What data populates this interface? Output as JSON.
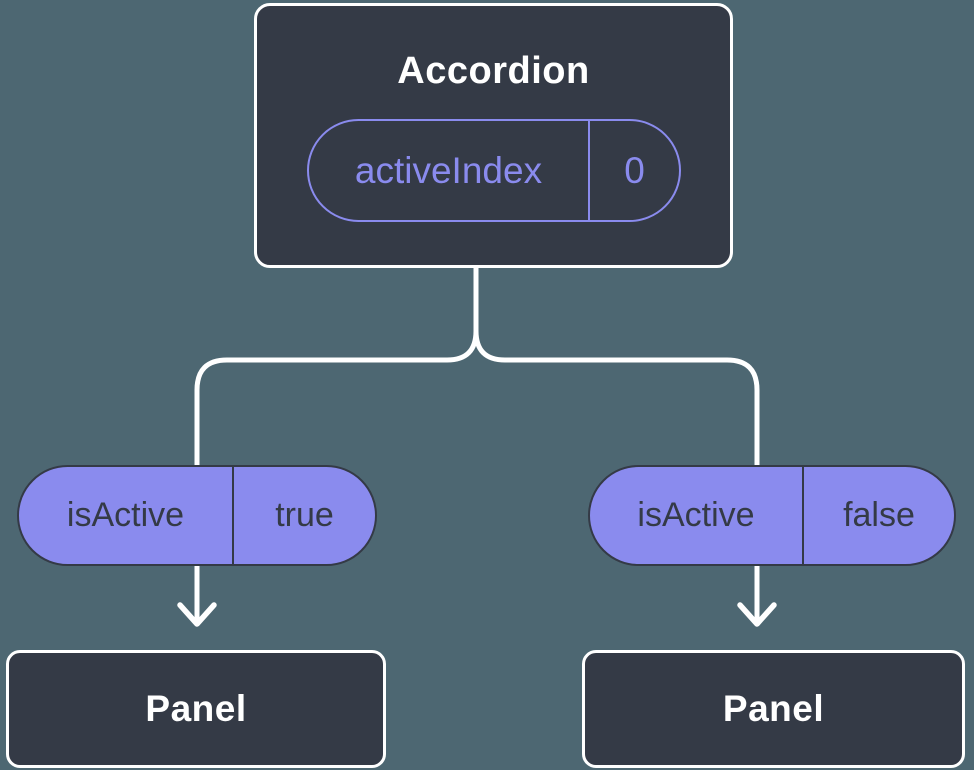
{
  "diagram": {
    "type": "component-tree",
    "colors": {
      "background": "#4D6772",
      "node_fill": "#343A46",
      "node_border": "#FFFFFF",
      "accent_purple": "#8A8BEE",
      "pill_text": "#343A46",
      "connector": "#FFFFFF"
    },
    "root": {
      "title": "Accordion",
      "state_pill": {
        "label": "activeIndex",
        "value": "0"
      }
    },
    "branches": [
      {
        "prop_pill": {
          "label": "isActive",
          "value": "true"
        },
        "child": {
          "title": "Panel"
        }
      },
      {
        "prop_pill": {
          "label": "isActive",
          "value": "false"
        },
        "child": {
          "title": "Panel"
        }
      }
    ]
  }
}
